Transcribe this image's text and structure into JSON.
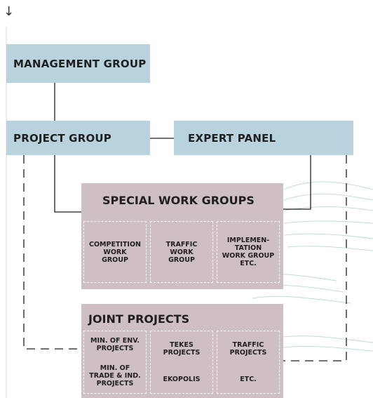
{
  "nav": {
    "arrow": "↓"
  },
  "boxes": {
    "management": "MANAGEMENT GROUP",
    "project": "PROJECT GROUP",
    "expert": "EXPERT PANEL"
  },
  "special": {
    "title": "SPECIAL WORK GROUPS",
    "items": [
      [
        "COMPETITION",
        "WORK",
        "GROUP"
      ],
      [
        "TRAFFIC",
        "WORK",
        "GROUP"
      ],
      [
        "IMPLEMEN-",
        "TATION",
        "WORK GROUP",
        "ETC."
      ]
    ]
  },
  "joint": {
    "title": "JOINT PROJECTS",
    "col1": [
      [
        "MIN. OF ENV.",
        "PROJECTS"
      ],
      [
        "MIN. OF",
        "TRADE & IND.",
        "PROJECTS"
      ]
    ],
    "col2": [
      [
        "TEKES",
        "PROJECTS"
      ],
      [
        "EKOPOLIS"
      ]
    ],
    "col3": [
      [
        "TRAFFIC",
        "PROJECTS"
      ],
      [
        "ETC."
      ]
    ]
  },
  "colors": {
    "blue_box": "#b9d3de",
    "mauve_box": "#cdbfc3",
    "line": "#1f1f1f",
    "watermark": "#b9d6d8"
  }
}
